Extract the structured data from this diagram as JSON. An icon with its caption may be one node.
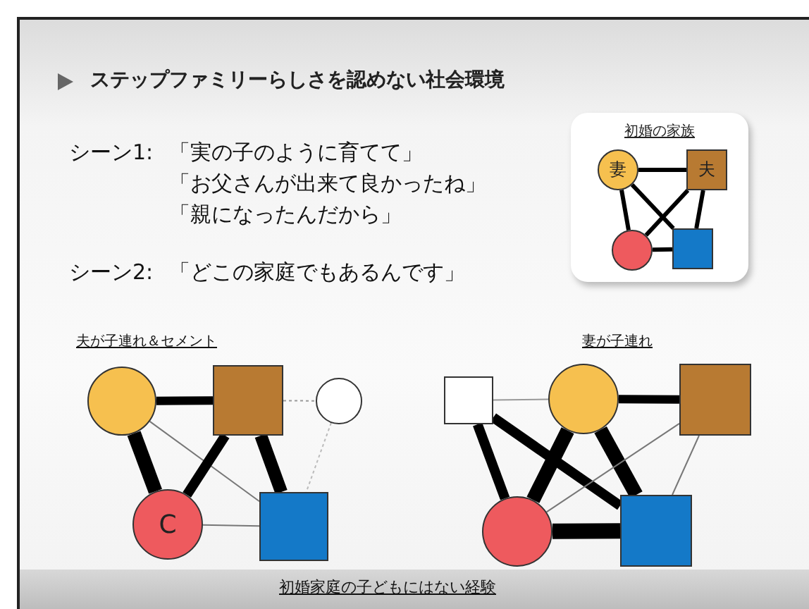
{
  "diagram": {
    "title": "ステップファミリーらしさを認めない社会環境",
    "nodes": [
      {
        "text": [
          "初婚の家族"
        ]
      },
      {
        "text": [
          "妻"
        ],
        "in": 0
      },
      {
        "text": [
          "夫"
        ],
        "in": 0
      },
      {
        "text": [],
        "shape": "circle",
        "in": 0
      },
      {
        "text": [],
        "shape": "box",
        "in": 0
      },
      {
        "text": [],
        "shape": "circle"
      },
      {
        "text": [],
        "shape": "box"
      },
      {
        "text": [],
        "shape": "circle"
      },
      {
        "text": [
          "C"
        ]
      },
      {
        "text": [],
        "shape": "box"
      },
      {
        "text": [],
        "shape": "box"
      },
      {
        "text": [],
        "shape": "circle"
      },
      {
        "text": [],
        "shape": "box"
      },
      {
        "text": [],
        "shape": "circle"
      },
      {
        "text": [],
        "shape": "box"
      }
    ],
    "edges": [
      {
        "from": 1,
        "to": 2,
        "arrow": "none"
      },
      {
        "from": 1,
        "to": 3,
        "arrow": "none"
      },
      {
        "from": 1,
        "to": 4,
        "arrow": "none"
      },
      {
        "from": 2,
        "to": 3,
        "arrow": "none"
      },
      {
        "from": 2,
        "to": 4,
        "arrow": "none"
      },
      {
        "from": 3,
        "to": 4,
        "arrow": "none"
      },
      {
        "from": 5,
        "to": 6,
        "arrow": "none",
        "style": "thick"
      },
      {
        "from": 5,
        "to": 8,
        "arrow": "none",
        "style": "thick"
      },
      {
        "from": 5,
        "to": 9,
        "arrow": "none",
        "color": "#777777"
      },
      {
        "from": 6,
        "to": 8,
        "arrow": "none",
        "style": "thick"
      },
      {
        "from": 6,
        "to": 9,
        "arrow": "none",
        "style": "thick"
      },
      {
        "from": 6,
        "to": 7,
        "arrow": "none",
        "style": "dashed",
        "color": "#999999"
      },
      {
        "from": 7,
        "to": 9,
        "arrow": "none",
        "style": "dashed",
        "color": "#bbbbbb"
      },
      {
        "from": 8,
        "to": 9,
        "arrow": "none",
        "color": "#777777"
      },
      {
        "from": 10,
        "to": 11,
        "arrow": "none",
        "color": "#999999"
      },
      {
        "from": 11,
        "to": 12,
        "arrow": "none",
        "style": "thick"
      },
      {
        "from": 10,
        "to": 13,
        "arrow": "none",
        "style": "thick"
      },
      {
        "from": 10,
        "to": 14,
        "arrow": "none",
        "style": "thick"
      },
      {
        "from": 11,
        "to": 13,
        "arrow": "none",
        "style": "thick"
      },
      {
        "from": 11,
        "to": 14,
        "arrow": "none",
        "style": "thick"
      },
      {
        "from": 12,
        "to": 13,
        "arrow": "none",
        "color": "#777777"
      },
      {
        "from": 12,
        "to": 14,
        "arrow": "none",
        "color": "#777777"
      },
      {
        "from": 13,
        "to": 14,
        "arrow": "none",
        "style": "thick"
      }
    ],
    "labels": [
      "シーン1:",
      "「実の子のように育てて」",
      "「お父さんが出来て良かったね」",
      "「親になったんだから」",
      "シーン2:",
      "「どこの家庭でもあるんです」",
      "夫が子連れ＆セメント",
      "妻が子連れ",
      "初婚家庭の子どもにはない経験"
    ]
  }
}
